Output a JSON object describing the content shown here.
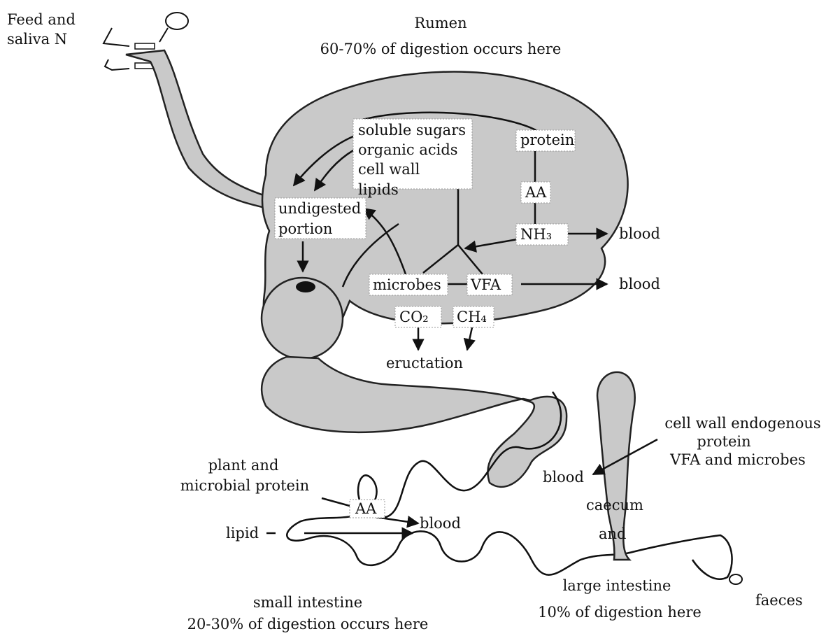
{
  "labels": {
    "feed_saliva_1": "Feed and",
    "feed_saliva_2": "saliva N",
    "rumen_title": "Rumen",
    "rumen_digestion": "60-70% of digestion occurs here",
    "soluble_sugars": "soluble sugars",
    "organic_acids": "organic acids",
    "cell_wall": "cell wall",
    "lipids": "lipids",
    "protein": "protein",
    "aa_rumen": "AA",
    "nh3": "NH₃",
    "undigested_1": "undigested",
    "undigested_2": "portion",
    "microbes": "microbes",
    "vfa": "VFA",
    "co2": "CO₂",
    "ch4": "CH₄",
    "eructation": "eructation",
    "blood_nh3": "blood",
    "blood_vfa": "blood",
    "cell_wall_endogenous": "cell wall endogenous",
    "protein_caecum": "protein",
    "vfa_and_microbes": "VFA and microbes",
    "blood_caecum": "blood",
    "caecum": "caecum",
    "and": "and",
    "plant_and": "plant and",
    "microbial_protein": "microbial protein",
    "aa_intestine": "AA",
    "blood_intestine": "blood",
    "lipid": "lipid",
    "small_intestine": "small intestine",
    "small_intestine_digestion": "20-30% of digestion occurs here",
    "large_intestine": "large intestine",
    "large_intestine_digestion": "10% of digestion here",
    "faeces": "faeces"
  }
}
